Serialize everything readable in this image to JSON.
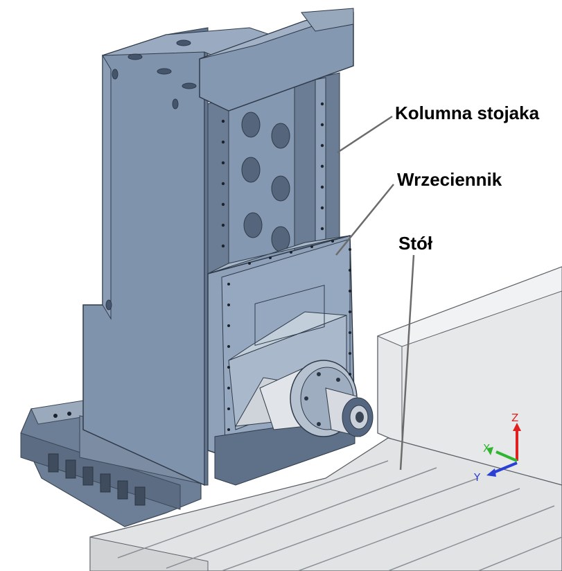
{
  "labels": {
    "column": "Kolumna stojaka",
    "spindle_head": "Wrzeciennik",
    "table": "Stół"
  },
  "triad": {
    "x": "X",
    "y": "Y",
    "z": "Z"
  },
  "colors": {
    "column_front": "#7f93ad",
    "column_side": "#63758e",
    "column_top": "#9aaac0",
    "table_top": "#e2e3e4",
    "table_front": "#d3d4d6",
    "axis_x": "#2fb52f",
    "axis_y": "#2a3fd6",
    "axis_z": "#e02020"
  }
}
